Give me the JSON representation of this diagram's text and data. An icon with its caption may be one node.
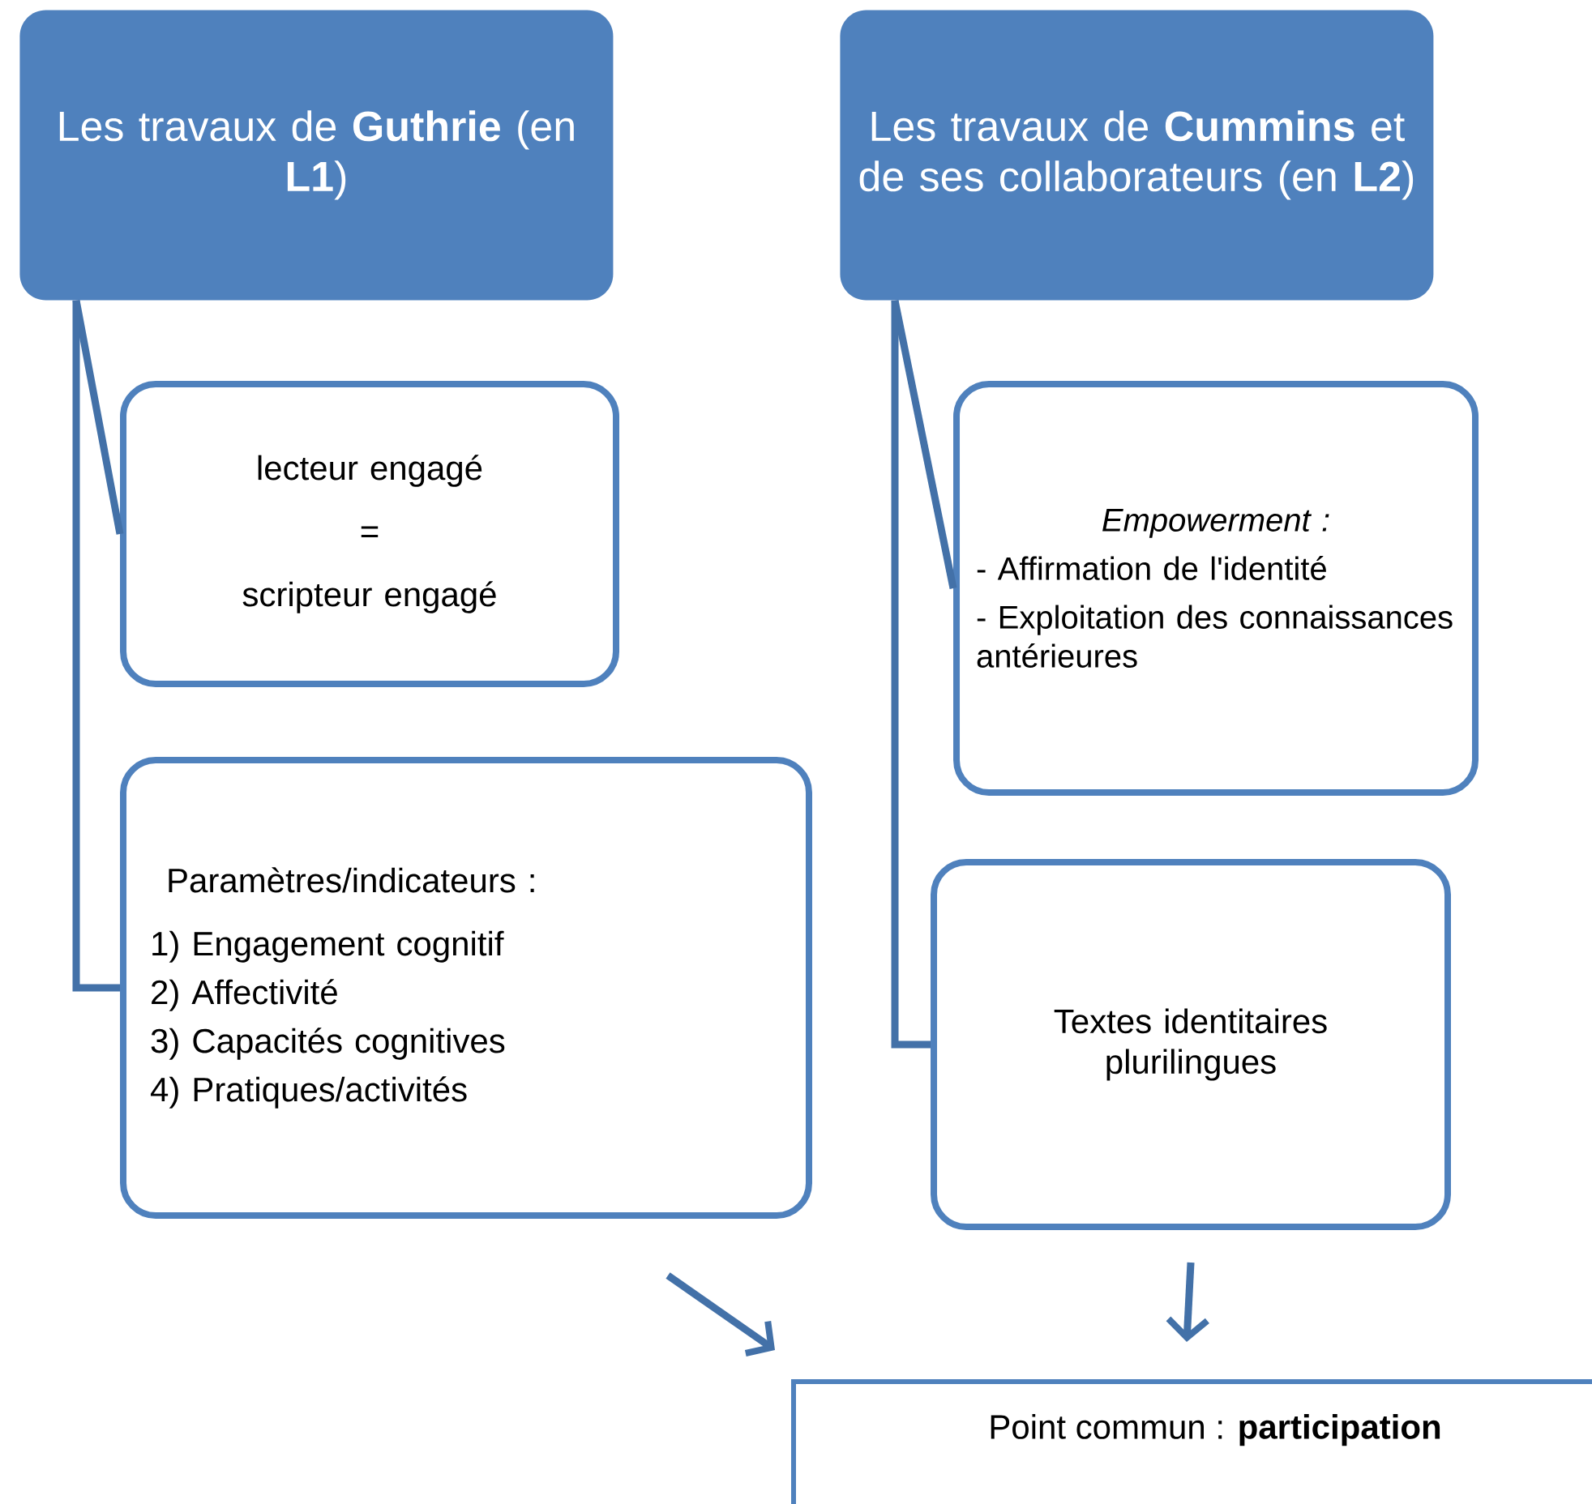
{
  "diagram": {
    "nodes": [
      {
        "text": [
          "Les travaux de **Guthrie** (en **L1**)"
        ]
      },
      {
        "text": [
          "Les travaux de **Cummins** et de ses collaborateurs (en **L2**)"
        ]
      },
      {
        "text": [
          "lecteur engagé",
          "=",
          "scripteur engagé"
        ]
      },
      {
        "text": [
          "Paramètres/indicateurs :",
          "1) Engagement cognitif",
          "2) Affectivité",
          "3) Capacités cognitives",
          "4) Pratiques/activités"
        ]
      },
      {
        "text": [
          "Empowerment :",
          "- Affirmation de l'identité",
          "- Exploitation des connaissances antérieures"
        ]
      },
      {
        "text": [
          "Textes identitaires plurilingues"
        ]
      },
      {
        "text": [
          "Point commun : **participation**"
        ]
      }
    ],
    "edges": [
      {
        "from": 0,
        "to": 2,
        "arrow": "none"
      },
      {
        "from": 0,
        "to": 3,
        "arrow": "none"
      },
      {
        "from": 1,
        "to": 4,
        "arrow": "none"
      },
      {
        "from": 1,
        "to": 5,
        "arrow": "none"
      },
      {
        "from": 3,
        "to": 6,
        "arrow": "to"
      },
      {
        "from": 5,
        "to": 6,
        "arrow": "to"
      }
    ]
  }
}
